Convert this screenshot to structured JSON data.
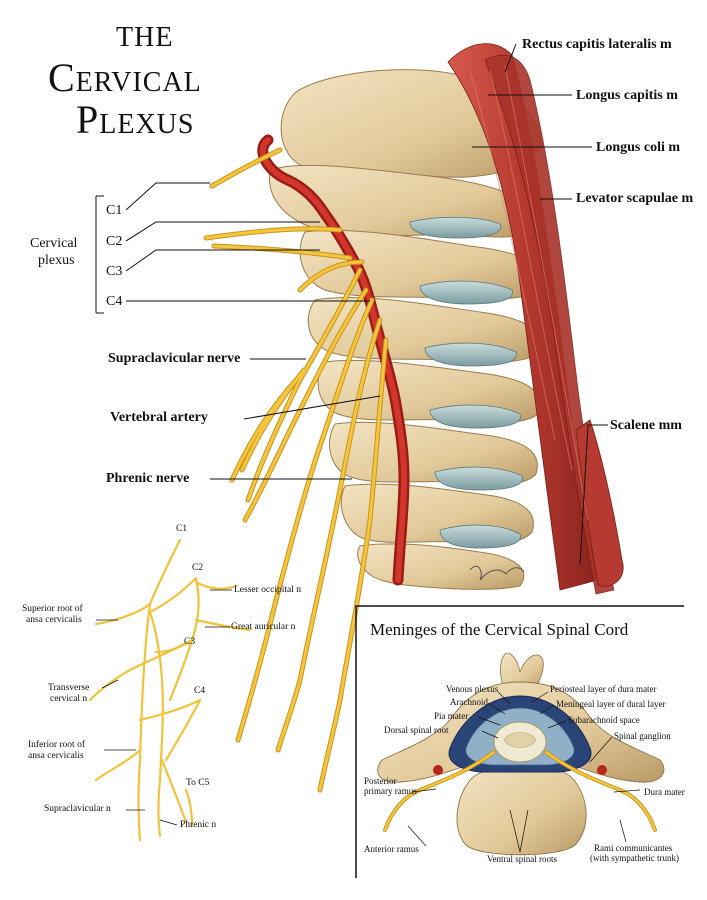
{
  "title": {
    "line1": "THE",
    "line2": "Cervical",
    "line3": "Plexus"
  },
  "main_labels": {
    "group": [
      "Cervical",
      "plexus"
    ],
    "roots": [
      "C1",
      "C2",
      "C3",
      "C4"
    ],
    "supraclavicular": "Supraclavicular nerve",
    "vertebral_artery": "Vertebral artery",
    "phrenic": "Phrenic nerve",
    "rectus": "Rectus capitis lateralis m",
    "longus_capitis": "Longus capitis m",
    "longus_coli": "Longus coli m",
    "levator": "Levator scapulae m",
    "scalene": "Scalene mm"
  },
  "schematic": {
    "c1": "C1",
    "c2": "C2",
    "c3": "C3",
    "c4": "C4",
    "to_c5": "To C5",
    "lesser_occipital": "Lesser occipital n",
    "great_auricular": "Great auricular n",
    "superior_root": [
      "Superior root of",
      "ansa cervicalis"
    ],
    "transverse": [
      "Transverse",
      "cervical n"
    ],
    "inferior_root": [
      "Inferior root of",
      "ansa cervicalis"
    ],
    "supraclavicular": "Supraclavicular n",
    "phrenic": "Phrenic n"
  },
  "inset": {
    "title": "Meninges of the Cervical Spinal Cord",
    "venous_plexus": "Venous plexus",
    "arachnoid": "Arachnoid",
    "pia_mater": "Pia mater",
    "dorsal_root": "Dorsal spinal root",
    "periosteal": "Periosteal layer of dura mater",
    "meningeal": "Meningeal layer of dural layer",
    "subarachnoid": "Subarachnoid space",
    "spinal_ganglion": "Spinal ganglion",
    "posterior_ramus": [
      "Posterior",
      "primary ramus"
    ],
    "dura_mater": "Dura mater",
    "anterior_ramus": "Anterior ramus",
    "ventral_roots": "Ventral spinal roots",
    "rami": [
      "Rami communicantes",
      "(with sympathetic trunk)"
    ]
  },
  "colors": {
    "bone": "#e7d3ab",
    "bone_shadow": "#b79a6a",
    "disc": "#a9c2c4",
    "muscle": "#c0443a",
    "muscle_dark": "#8f2620",
    "artery": "#b8241c",
    "nerve": "#f2c23a",
    "dura": "#27406e"
  },
  "signature": "G.Cypher"
}
